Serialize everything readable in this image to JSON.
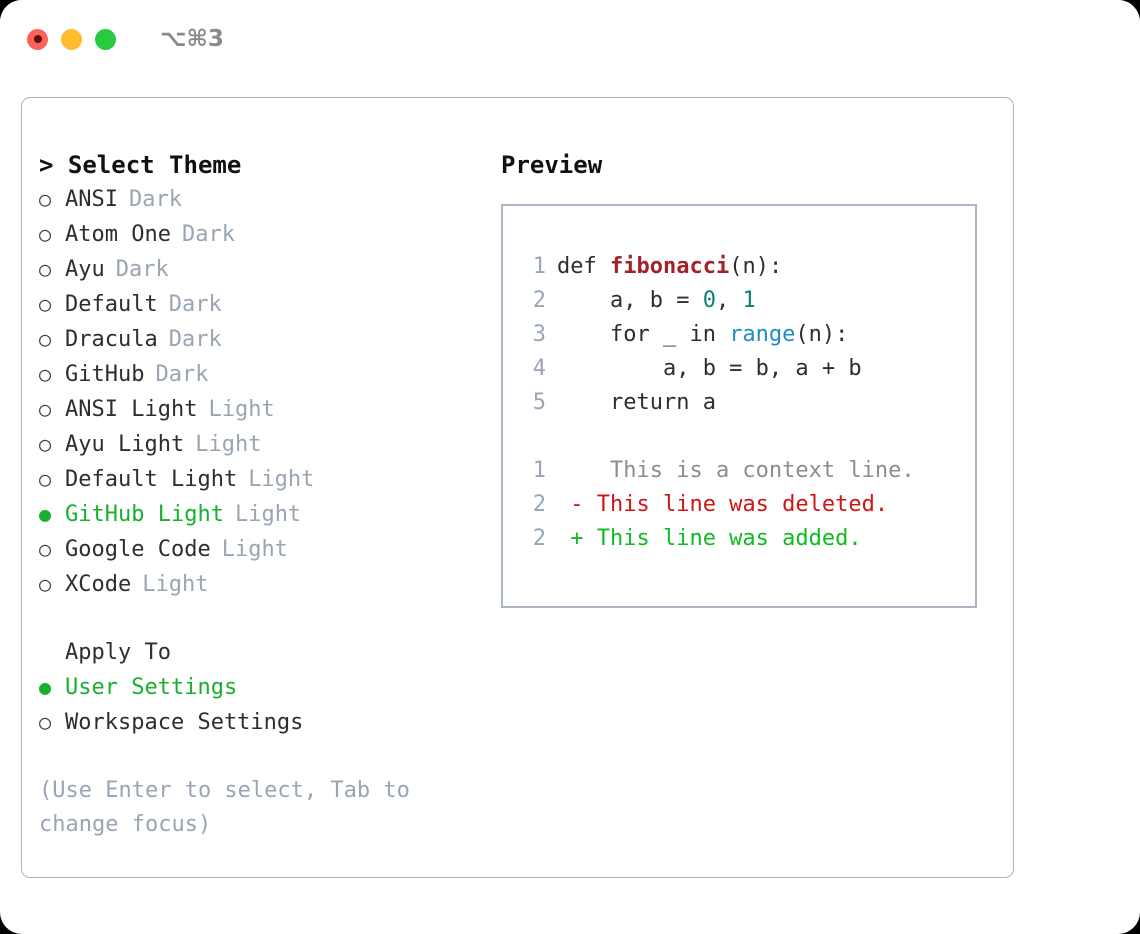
{
  "titlebar": {
    "shortcut": "⌥⌘3",
    "buttons": [
      {
        "name": "close",
        "color": "#ff6159"
      },
      {
        "name": "minimize",
        "color": "#ffbd2e"
      },
      {
        "name": "maximize",
        "color": "#29c940"
      }
    ]
  },
  "theme_list": {
    "header": "> Select Theme",
    "selected_bullet": "●",
    "unselected_bullet": "○",
    "items": [
      {
        "bullet": "○",
        "name": "ANSI",
        "tag": "Dark",
        "selected": false
      },
      {
        "bullet": "○",
        "name": "Atom One",
        "tag": "Dark",
        "selected": false
      },
      {
        "bullet": "○",
        "name": "Ayu",
        "tag": "Dark",
        "selected": false
      },
      {
        "bullet": "○",
        "name": "Default",
        "tag": "Dark",
        "selected": false
      },
      {
        "bullet": "○",
        "name": "Dracula",
        "tag": "Dark",
        "selected": false
      },
      {
        "bullet": "○",
        "name": "GitHub",
        "tag": "Dark",
        "selected": false
      },
      {
        "bullet": "○",
        "name": "ANSI Light",
        "tag": "Light",
        "selected": false
      },
      {
        "bullet": "○",
        "name": "Ayu Light",
        "tag": "Light",
        "selected": false
      },
      {
        "bullet": "○",
        "name": "Default Light",
        "tag": "Light",
        "selected": false
      },
      {
        "bullet": "●",
        "name": "GitHub Light",
        "tag": "Light",
        "selected": true
      },
      {
        "bullet": "○",
        "name": "Google Code",
        "tag": "Light",
        "selected": false
      },
      {
        "bullet": "○",
        "name": "XCode",
        "tag": "Light",
        "selected": false
      }
    ]
  },
  "apply_to": {
    "label": "Apply To",
    "options": [
      {
        "bullet": "●",
        "name": "User Settings",
        "selected": true
      },
      {
        "bullet": "○",
        "name": "Workspace Settings",
        "selected": false
      }
    ]
  },
  "hint": "(Use Enter to select, Tab to change focus)",
  "preview": {
    "header": "Preview",
    "code_lines": [
      {
        "ln": "1",
        "tokens": [
          {
            "t": "def ",
            "c": "tok-def"
          },
          {
            "t": "fibonacci",
            "c": "tok-fn"
          },
          {
            "t": "(n):",
            "c": "tok-plain"
          }
        ]
      },
      {
        "ln": "2",
        "tokens": [
          {
            "t": "    a, b = ",
            "c": "tok-plain"
          },
          {
            "t": "0",
            "c": "tok-num"
          },
          {
            "t": ", ",
            "c": "tok-plain"
          },
          {
            "t": "1",
            "c": "tok-num"
          }
        ]
      },
      {
        "ln": "3",
        "tokens": [
          {
            "t": "    for _ in ",
            "c": "tok-plain"
          },
          {
            "t": "range",
            "c": "tok-call"
          },
          {
            "t": "(n):",
            "c": "tok-plain"
          }
        ]
      },
      {
        "ln": "4",
        "tokens": [
          {
            "t": "        a, b = b, a + b",
            "c": "tok-plain"
          }
        ]
      },
      {
        "ln": "5",
        "tokens": [
          {
            "t": "    return a",
            "c": "tok-plain"
          }
        ]
      }
    ],
    "diff_lines": [
      {
        "ln": "1",
        "marker": " ",
        "text": "  This is a context line.",
        "kind": "diff-ctx"
      },
      {
        "ln": "2",
        "marker": "-",
        "text": " This line was deleted.",
        "kind": "diff-del"
      },
      {
        "ln": "2",
        "marker": "+",
        "text": " This line was added.",
        "kind": "diff-add"
      }
    ]
  },
  "colors": {
    "accent_green": "#17b030",
    "tag_gray": "#9aa5b4",
    "border": "#aab4c2",
    "diff_add": "#11bb22",
    "diff_del": "#d11414",
    "syntax_function": "#a6222a",
    "syntax_number": "#0e8174",
    "syntax_call": "#1d8fc4"
  }
}
